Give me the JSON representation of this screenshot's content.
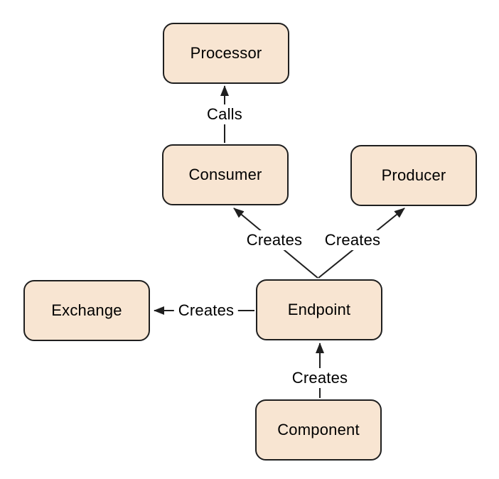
{
  "diagram": {
    "nodes": {
      "processor": {
        "label": "Processor"
      },
      "consumer": {
        "label": "Consumer"
      },
      "producer": {
        "label": "Producer"
      },
      "exchange": {
        "label": "Exchange"
      },
      "endpoint": {
        "label": "Endpoint"
      },
      "component": {
        "label": "Component"
      }
    },
    "edges": [
      {
        "from": "Consumer",
        "to": "Processor",
        "label": "Calls",
        "direction": "up"
      },
      {
        "from": "Endpoint",
        "to": "Consumer",
        "label": "Creates",
        "direction": "up-left"
      },
      {
        "from": "Endpoint",
        "to": "Producer",
        "label": "Creates",
        "direction": "up-right"
      },
      {
        "from": "Endpoint",
        "to": "Exchange",
        "label": "Creates",
        "direction": "left"
      },
      {
        "from": "Component",
        "to": "Endpoint",
        "label": "Creates",
        "direction": "up"
      }
    ]
  },
  "colors": {
    "node-fill": "#f8e5d2",
    "node-border": "#1f1f1f",
    "line": "#1f1f1f",
    "text": "#000000",
    "background": "#ffffff"
  }
}
